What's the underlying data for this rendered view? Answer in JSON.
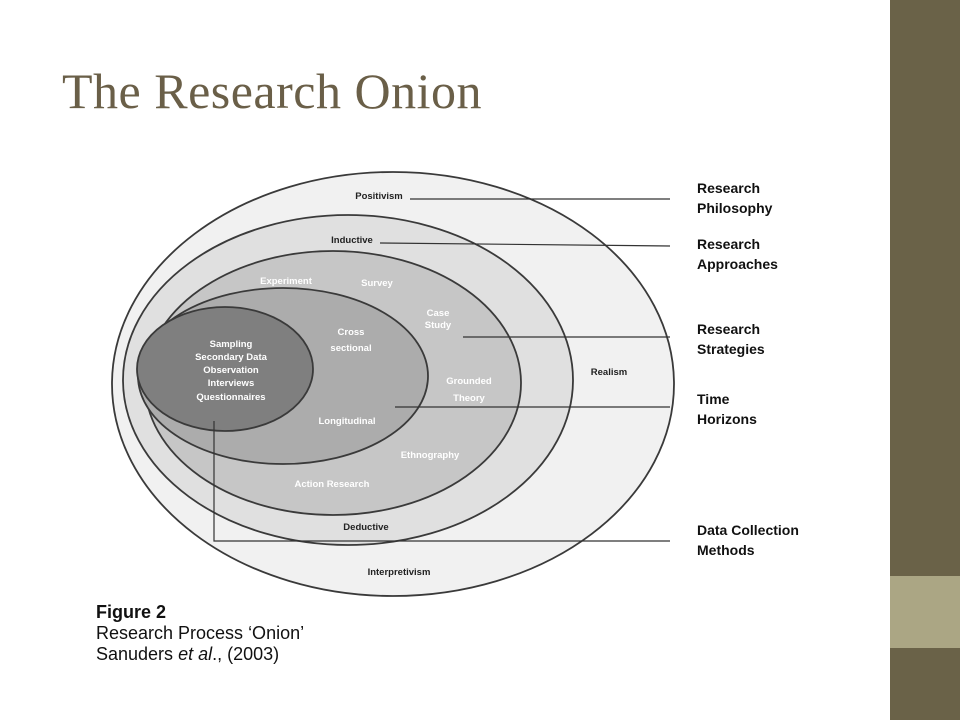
{
  "slide": {
    "title": "The Research Onion",
    "colors": {
      "accent_dark": "#6a6248",
      "accent_light": "#aba684",
      "title_color": "#6a5f48"
    }
  },
  "diagram": {
    "layers": {
      "philosophy": {
        "top": "Positivism",
        "right": "Realism",
        "bottom": "Interpretivism"
      },
      "approaches": {
        "top": "Inductive",
        "bottom": "Deductive"
      },
      "strategies": [
        "Experiment",
        "Survey",
        "Case",
        "Study",
        "Grounded",
        "Theory",
        "Ethnography",
        "Action Research"
      ],
      "time_horizons": [
        "Cross",
        "sectional",
        "Longitudinal"
      ],
      "data_collection": [
        "Sampling",
        "Secondary Data",
        "Observation",
        "Interviews",
        "Questionnaires"
      ]
    },
    "callouts": {
      "philosophy": [
        "Research",
        "Philosophy"
      ],
      "approaches": [
        "Research",
        "Approaches"
      ],
      "strategies": [
        "Research",
        "Strategies"
      ],
      "time_horizons": [
        "Time",
        "Horizons"
      ],
      "data_collection": [
        "Data Collection",
        "Methods"
      ]
    }
  },
  "caption": {
    "figure": "Figure 2",
    "line1_prefix": "Research Process ",
    "line1_quoted": "‘Onion’",
    "authors": "Sanuders ",
    "etal": "et al",
    "year": "., (2003)"
  }
}
